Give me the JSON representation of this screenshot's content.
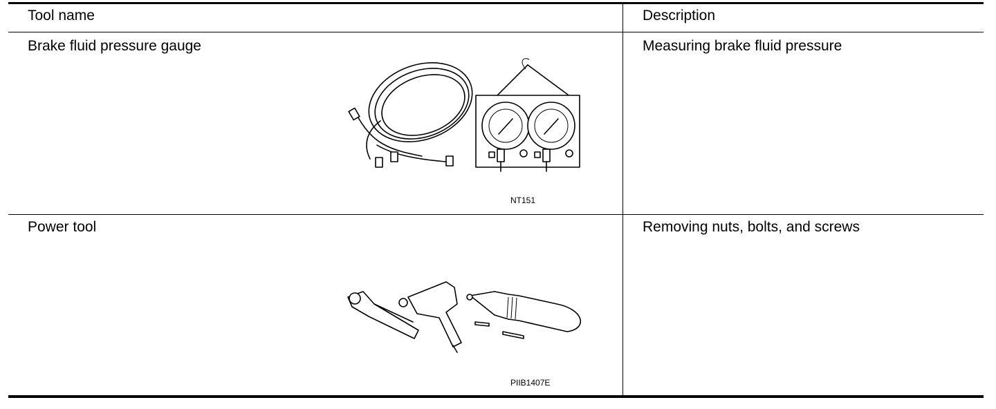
{
  "table": {
    "headers": {
      "tool_name": "Tool name",
      "description": "Description"
    },
    "rows": [
      {
        "tool_name": "Brake fluid pressure gauge",
        "description": "Measuring brake fluid pressure",
        "figure_code": "NT151"
      },
      {
        "tool_name": "Power tool",
        "description": "Removing nuts, bolts, and screws",
        "figure_code": "PIIB1407E"
      }
    ]
  }
}
